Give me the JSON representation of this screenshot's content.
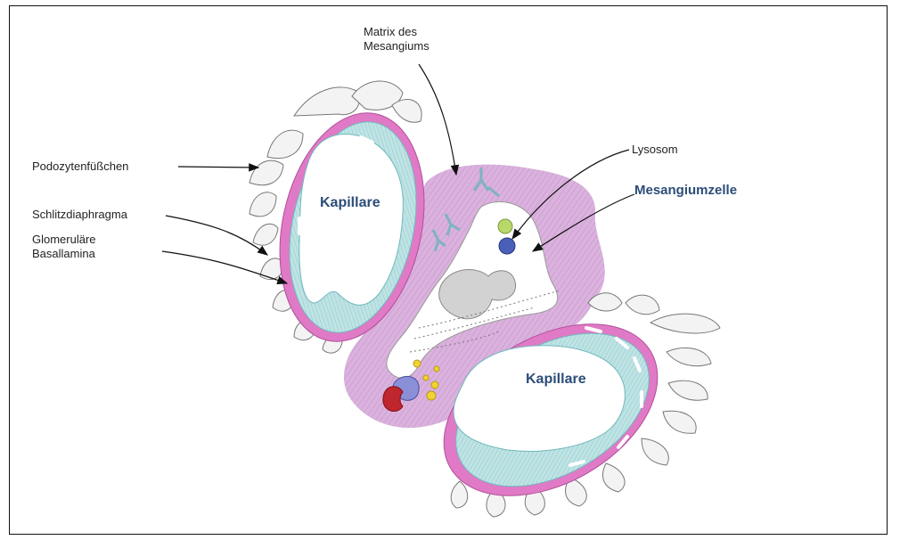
{
  "labels": {
    "matrix_line1": "Matrix des",
    "matrix_line2": "Mesangiums",
    "podozyten": "Podozytenfüßchen",
    "schlitz": "Schlitzdiaphragma",
    "glom_line1": "Glomeruläre",
    "glom_line2": "Basallamina",
    "lysosom": "Lysosom",
    "mesangiumzelle": "Mesangiumzelle",
    "kapillare_left": "Kapillare",
    "kapillare_right": "Kapillare"
  },
  "colors": {
    "basallamina": "#e07ac6",
    "endothel": "#a8d8dc",
    "matrix": "#dcb4de",
    "podozyt": "#f2f2f2",
    "nucleus": "#d2d2d2",
    "label_blue": "#2c4d78",
    "lysosom_green": "#b8d96a",
    "lysosom_blue": "#4a5fb8",
    "granule_yellow": "#f2d233",
    "cell_red": "#c0262e",
    "cell_purple": "#8a8fd8"
  }
}
